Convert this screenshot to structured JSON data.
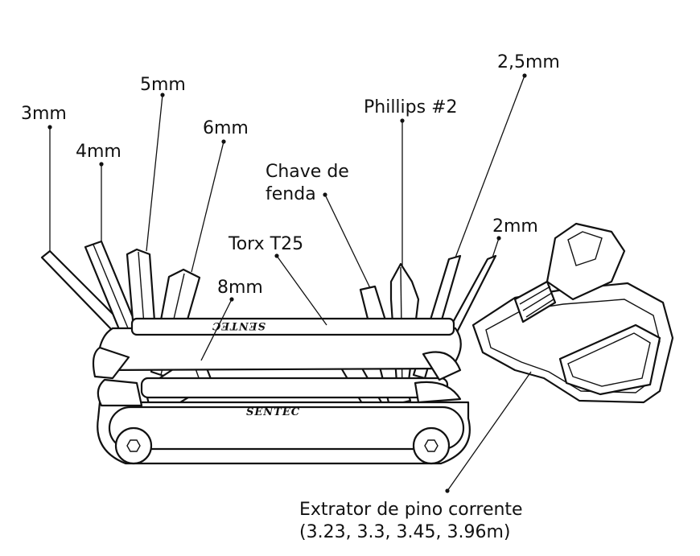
{
  "brand": "SENTEC",
  "labels": {
    "mm3": "3mm",
    "mm4": "4mm",
    "mm5": "5mm",
    "mm6": "6mm",
    "mm8": "8mm",
    "torx": "Torx T25",
    "chave_line1": "Chave de",
    "chave_line2": "fenda",
    "phillips": "Phillips #2",
    "mm25": "2,5mm",
    "mm2": "2mm",
    "extrator_line1": "Extrator de pino corrente",
    "extrator_line2": "(3.23, 3.3, 3.45, 3.96m)"
  }
}
